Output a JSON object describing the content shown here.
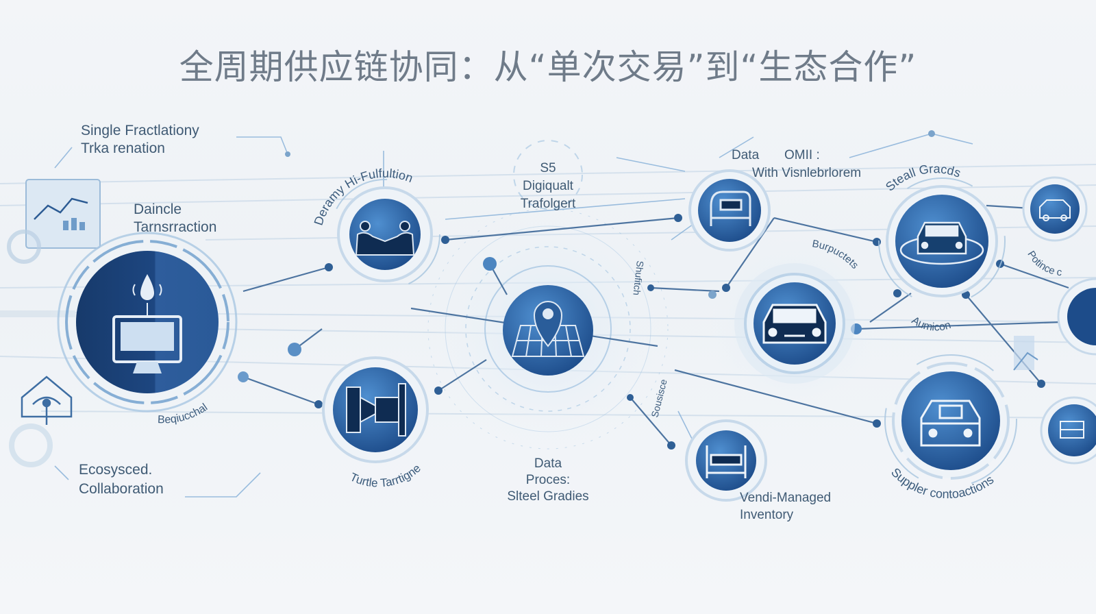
{
  "title": "全周期供应链协同：从“单次交易”到“生态合作”",
  "colors": {
    "primary": "#1f4a86",
    "accent": "#3f7fc2",
    "light": "#d9e6f2",
    "text": "#3f5a74",
    "title": "#6f7b89"
  },
  "labels": {
    "single_line1": "Single Fractlationy",
    "single_line2": "Trka renation",
    "dance_line1": "Daincle",
    "dance_line2": "Tarnsrraction",
    "eco_line1": "Ecosysced.",
    "eco_line2": "Collaboration",
    "s5_line1": "S5",
    "s5_line2": "Digiqualt",
    "s5_line3": "Trafolgert",
    "data_line1": "Data",
    "data_line2": "Proces:",
    "data_line3": "Slteel Gradies",
    "omi_data": "Data",
    "omi_title": "OMII :",
    "omi_sub": "With Visnlebrlorem",
    "vmi_line1": "Vendi-Managed",
    "vmi_line2": "Inventory",
    "arc_fulfillment": "Deramy Hi-Fulfultion",
    "arc_beqc": "Beqiucchal",
    "arc_turtle": "Turtle Tarrtigne",
    "arc_steall": "Steall Gracds",
    "arc_potince": "Potince c",
    "arc_aumicon": "Aumicon",
    "arc_supplier": "Suppler contoactions",
    "arc_burpuctets": "Burpuctets",
    "arc_vertical": "Shufitch",
    "arc_vertical2": "Sousisce"
  },
  "nodes": [
    {
      "id": "monitor",
      "icon": "monitor-icon"
    },
    {
      "id": "handshake",
      "icon": "handshake-icon"
    },
    {
      "id": "machine",
      "icon": "machine-icon"
    },
    {
      "id": "map",
      "icon": "map-pin-icon"
    },
    {
      "id": "seat",
      "icon": "seat-icon"
    },
    {
      "id": "car-front",
      "icon": "car-front-icon"
    },
    {
      "id": "cars",
      "icon": "car-fleet-icon"
    },
    {
      "id": "van",
      "icon": "van-icon"
    },
    {
      "id": "car-right",
      "icon": "car-icon"
    },
    {
      "id": "lift",
      "icon": "lift-icon"
    },
    {
      "id": "small-car",
      "icon": "small-car-icon"
    },
    {
      "id": "box",
      "icon": "box-icon"
    }
  ]
}
